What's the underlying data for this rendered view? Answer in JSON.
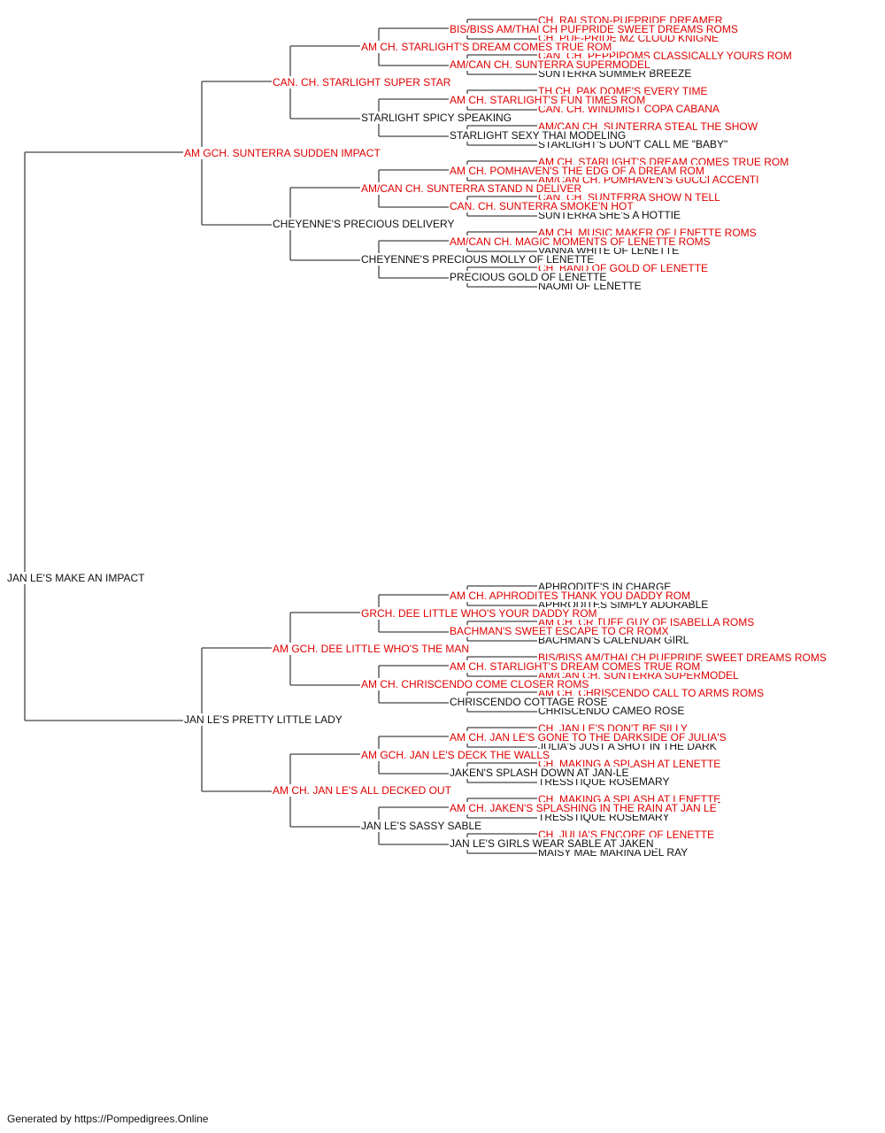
{
  "colors": {
    "champion": "#e00000",
    "regular": "#111111",
    "line": "#444444"
  },
  "pedigree": {
    "name": "JAN LE'S MAKE AN IMPACT",
    "champion": false,
    "sire": {
      "name": "AM GCH. SUNTERRA SUDDEN IMPACT",
      "champion": true,
      "sire": {
        "name": "CAN. CH. STARLIGHT SUPER STAR",
        "champion": true,
        "sire": {
          "name": "AM CH. STARLIGHT'S DREAM COMES TRUE ROM",
          "champion": true,
          "sire": {
            "name": "BIS/BISS AM/THAI CH PUFPRIDE SWEET DREAMS ROMS",
            "champion": true,
            "sire": {
              "name": "CH. RALSTON-PUFPRIDE DREAMER",
              "champion": true
            },
            "dam": {
              "name": "CH. PUF-PRIDE MZ CLOUD KNIGNE",
              "champion": true
            }
          },
          "dam": {
            "name": "AM/CAN CH. SUNTERRA SUPERMODEL",
            "champion": true,
            "sire": {
              "name": "CAN. CH. PEPPIPOMS CLASSICALLY YOURS ROM",
              "champion": true
            },
            "dam": {
              "name": "SUNTERRA SUMMER BREEZE",
              "champion": false
            }
          }
        },
        "dam": {
          "name": "STARLIGHT SPICY SPEAKING",
          "champion": false,
          "sire": {
            "name": "AM CH. STARLIGHT'S FUN TIMES ROM",
            "champion": true,
            "sire": {
              "name": "TH.CH. PAK DOME'S EVERY TIME",
              "champion": true
            },
            "dam": {
              "name": "CAN. CH. WINDMIST COPA CABANA",
              "champion": true
            }
          },
          "dam": {
            "name": "STARLIGHT SEXY THAI MODELING",
            "champion": false,
            "sire": {
              "name": "AM/CAN CH. SUNTERRA STEAL THE SHOW",
              "champion": true
            },
            "dam": {
              "name": "STARLIGHT'S DON'T CALL ME \"BABY\"",
              "champion": false
            }
          }
        }
      },
      "dam": {
        "name": "CHEYENNE'S PRECIOUS DELIVERY",
        "champion": false,
        "sire": {
          "name": "AM/CAN CH. SUNTERRA STAND N DELIVER",
          "champion": true,
          "sire": {
            "name": "AM CH. POMHAVEN'S THE EDG OF A DREAM ROM",
            "champion": true,
            "sire": {
              "name": "AM CH. STARLIGHT'S DREAM COMES TRUE ROM",
              "champion": true
            },
            "dam": {
              "name": "AM/CAN CH. POMHAVEN'S GUCCI ACCENTI",
              "champion": true
            }
          },
          "dam": {
            "name": "CAN. CH. SUNTERRA SMOKE'N HOT",
            "champion": true,
            "sire": {
              "name": "CAN. CH. SUNTERRA SHOW N TELL",
              "champion": true
            },
            "dam": {
              "name": "SUNTERRA SHE'S A HOTTIE",
              "champion": false
            }
          }
        },
        "dam": {
          "name": "CHEYENNE'S PRECIOUS MOLLY OF LENETTE",
          "champion": false,
          "sire": {
            "name": "AM/CAN CH. MAGIC MOMENTS OF LENETTE ROMS",
            "champion": true,
            "sire": {
              "name": "AM CH. MUSIC MAKER OF LENETTE ROMS",
              "champion": true
            },
            "dam": {
              "name": "VANNA WHITE OF LENETTE",
              "champion": false
            }
          },
          "dam": {
            "name": "PRECIOUS GOLD OF LENETTE",
            "champion": false,
            "sire": {
              "name": "CH. BAND OF GOLD OF LENETTE",
              "champion": true
            },
            "dam": {
              "name": "NAOMI OF LENETTE",
              "champion": false
            }
          }
        }
      }
    },
    "dam": {
      "name": "JAN LE'S PRETTY LITTLE LADY",
      "champion": false,
      "sire": {
        "name": "AM GCH. DEE LITTLE WHO'S THE MAN",
        "champion": true,
        "sire": {
          "name": "GRCH. DEE LITTLE WHO'S YOUR DADDY ROM",
          "champion": true,
          "sire": {
            "name": "AM CH. APHRODITES THANK YOU DADDY ROM",
            "champion": true,
            "sire": {
              "name": "APHRODITE'S IN CHARGE",
              "champion": false
            },
            "dam": {
              "name": "APHRODITES SIMPLY ADORABLE",
              "champion": false
            }
          },
          "dam": {
            "name": "BACHMAN'S SWEET ESCAPE TO CR ROMX",
            "champion": true,
            "sire": {
              "name": "AM CH. CR TUFF GUY OF ISABELLA ROMS",
              "champion": true
            },
            "dam": {
              "name": "BACHMAN'S CALENDAR GIRL",
              "champion": false
            }
          }
        },
        "dam": {
          "name": "AM CH. CHRISCENDO COME CLOSER ROMS",
          "champion": true,
          "sire": {
            "name": "AM CH. STARLIGHT'S DREAM COMES TRUE ROM",
            "champion": true,
            "sire": {
              "name": "BIS/BISS AM/THAI CH PUFPRIDE SWEET DREAMS ROMS",
              "champion": true
            },
            "dam": {
              "name": "AM/CAN CH. SUNTERRA SUPERMODEL",
              "champion": true
            }
          },
          "dam": {
            "name": "CHRISCENDO COTTAGE ROSE",
            "champion": false,
            "sire": {
              "name": "AM CH. CHRISCENDO CALL TO ARMS ROMS",
              "champion": true
            },
            "dam": {
              "name": "CHRISCENDO CAMEO ROSE",
              "champion": false
            }
          }
        }
      },
      "dam": {
        "name": "AM CH. JAN LE'S ALL DECKED OUT",
        "champion": true,
        "sire": {
          "name": "AM GCH. JAN LE'S DECK THE WALLS",
          "champion": true,
          "sire": {
            "name": "AM CH. JAN LE'S GONE TO THE DARKSIDE OF JULIA'S",
            "champion": true,
            "sire": {
              "name": "CH. JAN LE'S DON'T BE SILLY",
              "champion": true
            },
            "dam": {
              "name": "JULIA'S JUST A SHOT IN THE DARK",
              "champion": false
            }
          },
          "dam": {
            "name": "JAKEN'S SPLASH DOWN AT JAN-LE",
            "champion": false,
            "sire": {
              "name": "CH. MAKING A SPLASH AT LENETTE",
              "champion": true
            },
            "dam": {
              "name": "TRESSTIQUE ROSEMARY",
              "champion": false
            }
          }
        },
        "dam": {
          "name": "JAN LE'S SASSY SABLE",
          "champion": false,
          "sire": {
            "name": "AM CH. JAKEN'S SPLASHING IN THE RAIN AT JAN LE",
            "champion": true,
            "sire": {
              "name": "CH. MAKING A SPLASH AT LENETTE",
              "champion": true
            },
            "dam": {
              "name": "TRESSTIQUE ROSEMARY",
              "champion": false
            }
          },
          "dam": {
            "name": "JAN LE'S GIRLS WEAR SABLE AT JAKEN",
            "champion": false,
            "sire": {
              "name": "CH. JULIA'S ENCORE OF LENETTE",
              "champion": true
            },
            "dam": {
              "name": "MAISY MAE MARINA DEL RAY",
              "champion": false
            }
          }
        }
      }
    }
  },
  "footer": "Generated by https://Pompedigrees.Online"
}
